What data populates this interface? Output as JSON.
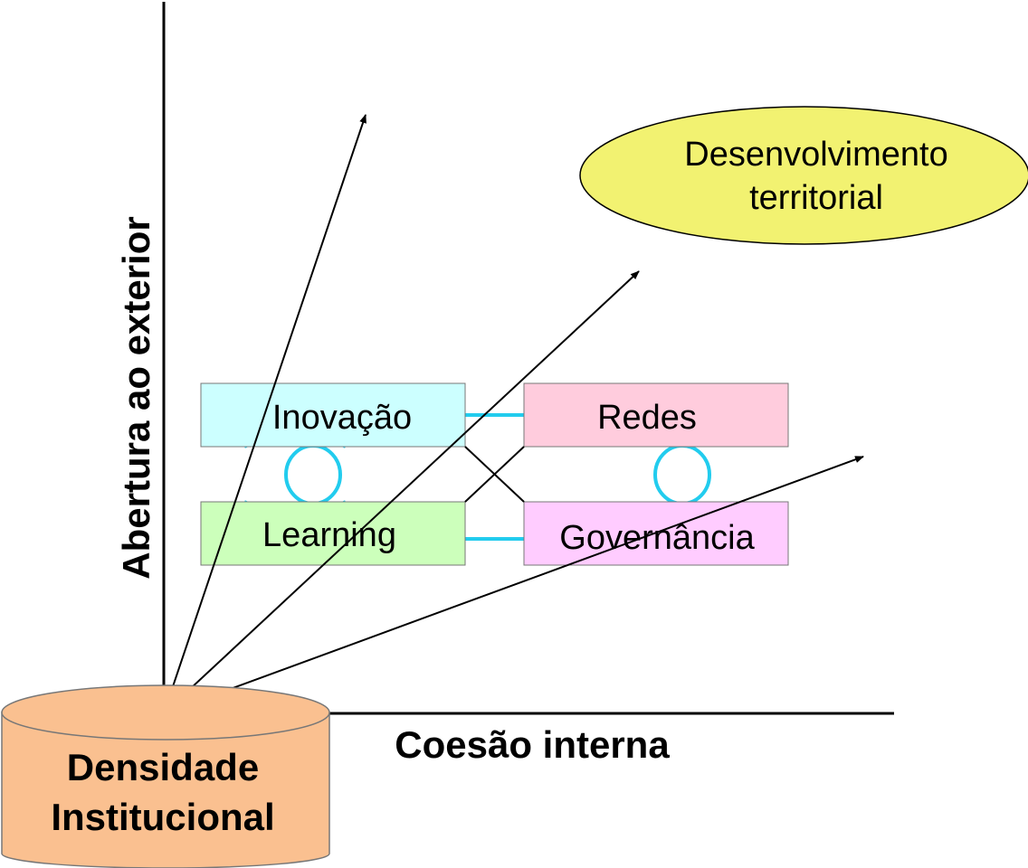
{
  "axes": {
    "y_label": "Abertura ao exterior",
    "x_label": "Coesão interna"
  },
  "base": {
    "line1": "Densidade",
    "line2": "Institucional",
    "color": "#FAC090"
  },
  "goal": {
    "line1": "Desenvolvimento",
    "line2": "territorial",
    "color": "#F2F271"
  },
  "boxes": {
    "inovacao": {
      "label": "Inovação",
      "color": "#CCFFFF"
    },
    "redes": {
      "label": "Redes",
      "color": "#FFCCDD"
    },
    "learning": {
      "label": "Learning",
      "color": "#CCFFBB"
    },
    "governanca": {
      "label": "Governância",
      "color": "#FFCCFF"
    }
  },
  "link_color": "#22CCEE"
}
